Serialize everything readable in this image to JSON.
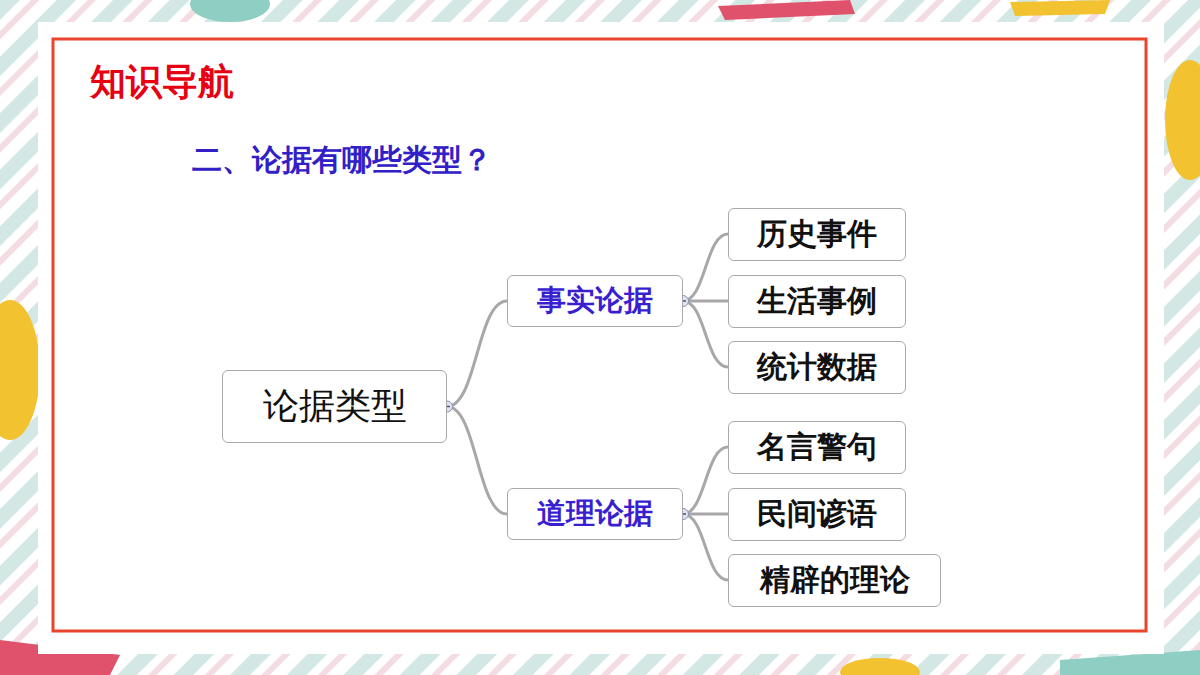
{
  "diagram": {
    "title": "知识导航",
    "nodes": [
      {
        "text": [
          "论据类型"
        ]
      },
      {
        "text": [
          "事实论据"
        ]
      },
      {
        "text": [
          "历史事件"
        ]
      },
      {
        "text": [
          "生活事例"
        ]
      },
      {
        "text": [
          "统计数据"
        ]
      },
      {
        "text": [
          "道理论据"
        ]
      },
      {
        "text": [
          "名言警句"
        ]
      },
      {
        "text": [
          "民间谚语"
        ]
      },
      {
        "text": [
          "精辟的理论"
        ]
      }
    ],
    "edges": [
      {
        "from": 0,
        "to": 1,
        "arrow": "none"
      },
      {
        "from": 0,
        "to": 5,
        "arrow": "none"
      },
      {
        "from": 1,
        "to": 2,
        "arrow": "none"
      },
      {
        "from": 1,
        "to": 3,
        "arrow": "none"
      },
      {
        "from": 1,
        "to": 4,
        "arrow": "none"
      },
      {
        "from": 5,
        "to": 6,
        "arrow": "none"
      },
      {
        "from": 5,
        "to": 7,
        "arrow": "none"
      },
      {
        "from": 5,
        "to": 8,
        "arrow": "none"
      }
    ],
    "labels": [
      "二、论据有哪些类型？"
    ]
  }
}
